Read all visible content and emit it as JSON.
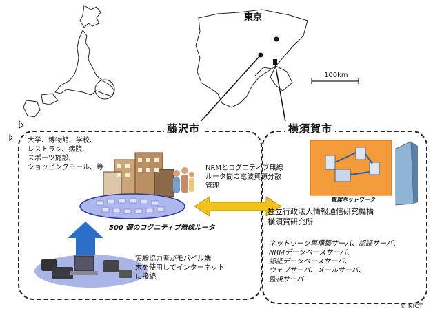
{
  "map": {
    "tokyo_label": "東京",
    "scale_label": "100km"
  },
  "fujisawa": {
    "title": "藤沢市",
    "facilities": [
      "大学、博物館、学校、",
      "レストラン、病院、",
      "スポーツ施設、",
      "ショッピングモール、等"
    ],
    "router_label": "500 個のコグニティブ無線ルータ",
    "user_note": [
      "実験協力者がモバイル端",
      "末を使用してインターネット",
      "に接続"
    ]
  },
  "center_note": [
    "NRMとコグニティブ無線",
    "ルータ間の電波資源分散",
    "管理"
  ],
  "yokosuka": {
    "title": "横須賀市",
    "network_label": "管理ネットワーク",
    "institute": [
      "独立行政法人情報通信研究機構",
      "横須賀研究所"
    ],
    "servers": [
      "ネットワーク再構築サーバ、認証サーバ、",
      "NRMデータベースサーバ、",
      "認証データベースサーバ、",
      "ウェブサーバ、メールサーバ、",
      "監視サーバ"
    ]
  },
  "copyright": "© NICT",
  "colors": {
    "arrow_blue": "#2c6fc9",
    "arrow_yellow": "#f3c21a",
    "network_bg": "#f39a3a",
    "ellipse": "#aeb6ee"
  }
}
